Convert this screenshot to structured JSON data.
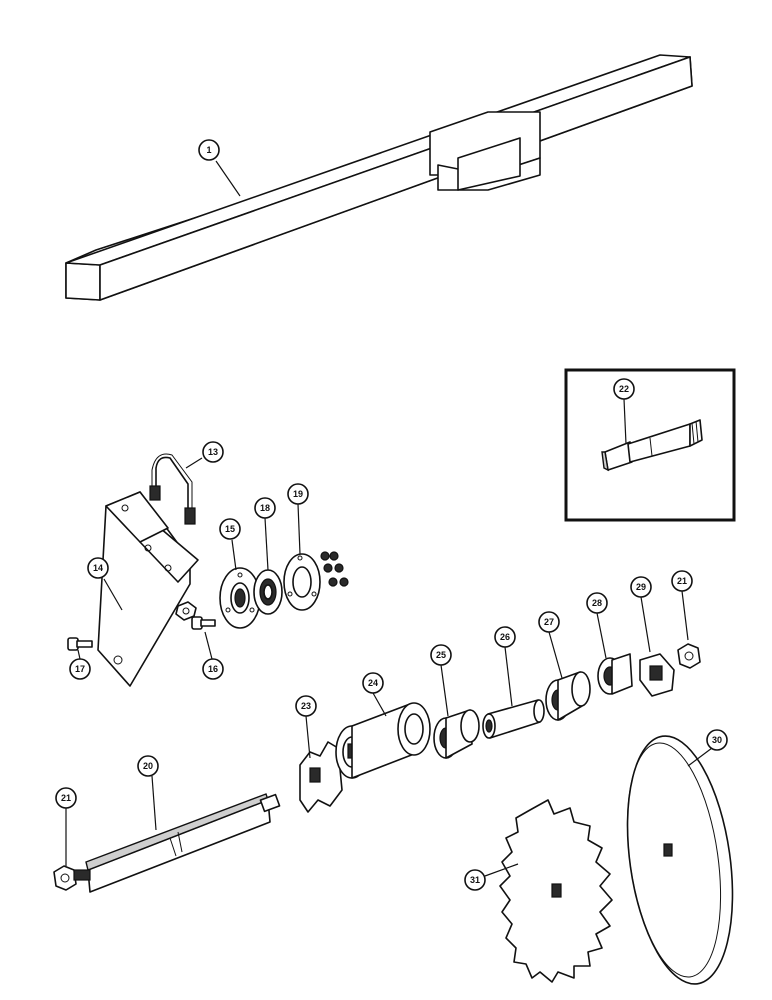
{
  "callouts": [
    {
      "id": "c1",
      "label": "1"
    },
    {
      "id": "c13",
      "label": "13"
    },
    {
      "id": "c14",
      "label": "14"
    },
    {
      "id": "c15",
      "label": "15"
    },
    {
      "id": "c16",
      "label": "16"
    },
    {
      "id": "c17",
      "label": "17"
    },
    {
      "id": "c18",
      "label": "18"
    },
    {
      "id": "c19",
      "label": "19"
    },
    {
      "id": "c20",
      "label": "20"
    },
    {
      "id": "c21a",
      "label": "21"
    },
    {
      "id": "c21b",
      "label": "21"
    },
    {
      "id": "c22",
      "label": "22"
    },
    {
      "id": "c23",
      "label": "23"
    },
    {
      "id": "c24",
      "label": "24"
    },
    {
      "id": "c25",
      "label": "25"
    },
    {
      "id": "c26",
      "label": "26"
    },
    {
      "id": "c27",
      "label": "27"
    },
    {
      "id": "c28",
      "label": "28"
    },
    {
      "id": "c29",
      "label": "29"
    },
    {
      "id": "c30",
      "label": "30"
    },
    {
      "id": "c31",
      "label": "31"
    }
  ]
}
